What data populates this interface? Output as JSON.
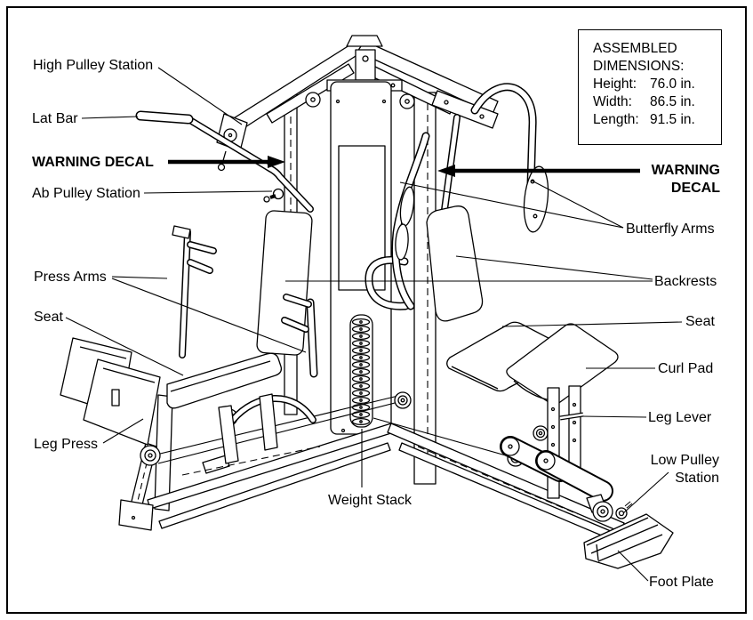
{
  "figure": {
    "dimensions_box": {
      "line1": "ASSEMBLED",
      "line2": "DIMENSIONS:",
      "rows": [
        {
          "label": "Height:",
          "value": "76.0 in."
        },
        {
          "label": "Width:",
          "value": "86.5 in."
        },
        {
          "label": "Length:",
          "value": "91.5 in."
        }
      ]
    },
    "labels": {
      "high_pulley_station": "High Pulley Station",
      "lat_bar": "Lat Bar",
      "warning_decal_left": "WARNING DECAL",
      "ab_pulley_station": "Ab Pulley Station",
      "press_arms": "Press Arms",
      "seat_left": "Seat",
      "leg_press": "Leg Press",
      "weight_stack": "Weight Stack",
      "warning_decal_right": "WARNING DECAL",
      "butterfly_arms": "Butterfly Arms",
      "backrests": "Backrests",
      "seat_right": "Seat",
      "curl_pad": "Curl Pad",
      "leg_lever": "Leg Lever",
      "low_pulley_station": "Low Pulley Station",
      "foot_plate": "Foot Plate"
    },
    "colors": {
      "ink": "#000000",
      "background": "#ffffff"
    }
  }
}
